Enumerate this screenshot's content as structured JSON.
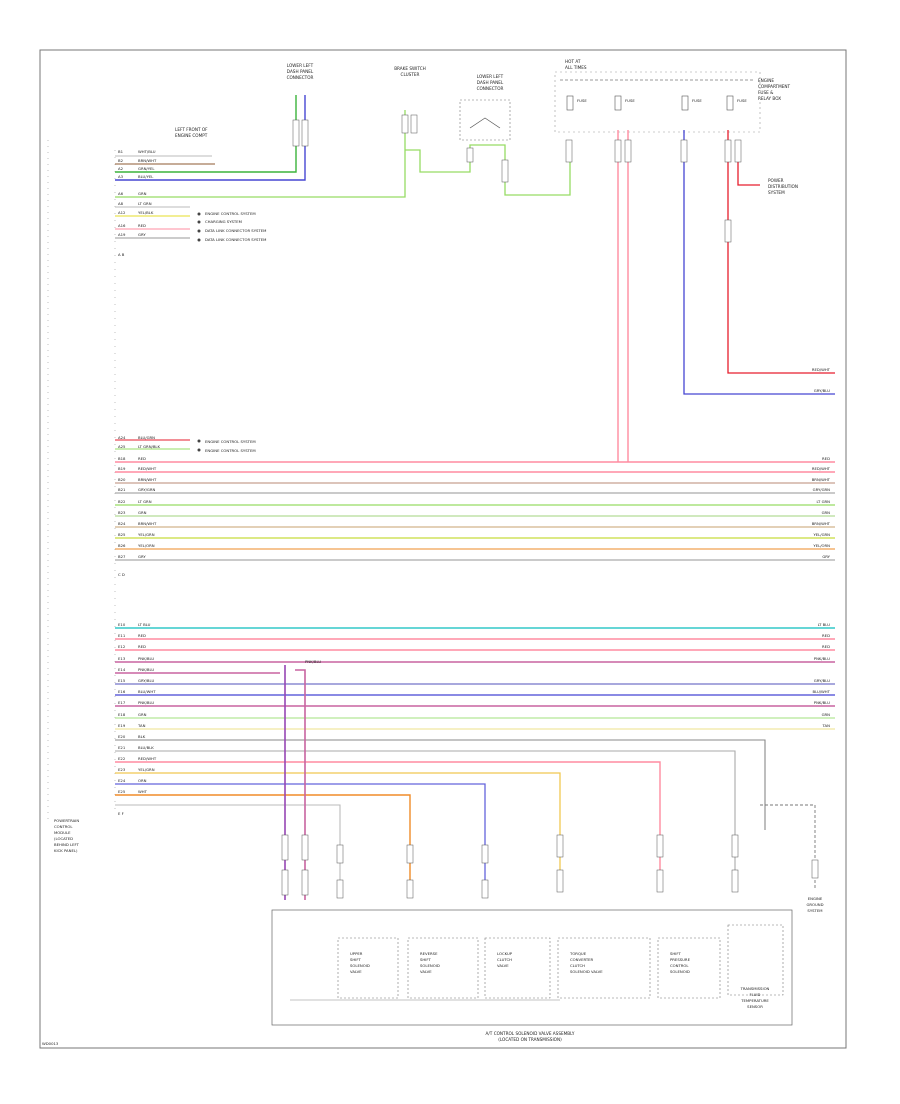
{
  "diagram": {
    "top_components": {
      "lower_left_front_connector": [
        "LOWER LEFT",
        "DASH PANEL",
        "CONNECTOR"
      ],
      "brake_switch": [
        "BRAKE SWITCH",
        "CLUSTER"
      ],
      "lower_left_dash_connector": [
        "LOWER LEFT",
        "DASH PANEL",
        "CONNECTOR"
      ],
      "hot_at_all_times": [
        "HOT AT",
        "ALL TIMES"
      ],
      "fuse_box": [
        "ENGINE",
        "COMPARTMENT",
        "FUSE &",
        "RELAY BOX"
      ],
      "fuses": [
        "FUSE",
        "FUSE",
        "FUSE",
        "FUSE"
      ],
      "left_front_label": [
        "LEFT FRONT OF",
        "ENGINE COMPT"
      ],
      "power_distribution": [
        "POWER",
        "DISTRIBUTION",
        "SYSTEM"
      ]
    },
    "top_group_wires": [
      {
        "pin": "B1",
        "color": "WHT/BLU"
      },
      {
        "pin": "B2",
        "color": "BRN/WHT"
      },
      {
        "pin": "A2",
        "color": "GRN/YEL"
      },
      {
        "pin": "A3",
        "color": "BLU/YEL"
      },
      {
        "pin": "A6",
        "color": "GRN"
      },
      {
        "pin": "A8",
        "color": "LT GRN"
      },
      {
        "pin": "A12",
        "color": "YEL/BLK"
      },
      {
        "pin": "A16",
        "color": "RED"
      },
      {
        "pin": "A19",
        "color": "GRY"
      }
    ],
    "top_group_notes": [
      "ENGINE CONTROL SYSTEM",
      "CHARGING SYSTEM",
      "DATA LINK CONNECTOR SYSTEM",
      "DATA LINK CONNECTOR SYSTEM"
    ],
    "top_group_tag": "A B",
    "middle_group_notes": [
      "ENGINE CONTROL SYSTEM",
      "ENGINE CONTROL SYSTEM"
    ],
    "middle_group_wires": [
      {
        "pin": "A24",
        "color": "BLU/GRN"
      },
      {
        "pin": "A25",
        "color": "LT GRN/BLK"
      },
      {
        "pin": "B18",
        "color": "RED"
      },
      {
        "pin": "B19",
        "color": "RED/WHT"
      },
      {
        "pin": "B20",
        "color": "BRN/WHT"
      },
      {
        "pin": "B21",
        "color": "GRY/GRN"
      },
      {
        "pin": "B22",
        "color": "LT GRN"
      },
      {
        "pin": "B23",
        "color": "GRN"
      },
      {
        "pin": "B24",
        "color": "BRN/WHT"
      },
      {
        "pin": "B25",
        "color": "YEL/GRN"
      },
      {
        "pin": "B26",
        "color": "YEL/ORN"
      },
      {
        "pin": "B27",
        "color": "GRY"
      }
    ],
    "middle_group_tag": "C D",
    "right_side_labels": [
      "RED/WHT",
      "GRY/BLU"
    ],
    "lower_group_wires": [
      {
        "pin": "E10",
        "color": "LT BLU"
      },
      {
        "pin": "E11",
        "color": "RED"
      },
      {
        "pin": "E12",
        "color": "RED"
      },
      {
        "pin": "E13",
        "color": "PNK/BLU"
      },
      {
        "pin": "E14",
        "color": "PNK/BLU"
      },
      {
        "pin": "E15",
        "color": "GRY/BLU"
      },
      {
        "pin": "E16",
        "color": "BLU/WHT"
      },
      {
        "pin": "E17",
        "color": "PNK/BLU"
      },
      {
        "pin": "E18",
        "color": "GRN"
      },
      {
        "pin": "E19",
        "color": "TAN"
      },
      {
        "pin": "E20",
        "color": "BLK"
      },
      {
        "pin": "E21",
        "color": "BLU/BLK"
      },
      {
        "pin": "E22",
        "color": "RED/WHT"
      },
      {
        "pin": "E23",
        "color": "YEL/GRN"
      },
      {
        "pin": "E24",
        "color": "ORN"
      },
      {
        "pin": "E25",
        "color": "WHT"
      }
    ],
    "lower_group_tag": "E F",
    "pcm_label": [
      "POWERTRAIN",
      "CONTROL",
      "MODULE",
      "(LOCATED",
      "BEHIND LEFT",
      "KICK PANEL)"
    ],
    "solenoids": [
      [
        "UPPER",
        "SHIFT",
        "SOLENOID",
        "VALVE"
      ],
      [
        "REVERSE",
        "SHIFT",
        "SOLENOID",
        "VALVE"
      ],
      [
        "LOCKUP",
        "CLUTCH",
        "VALVE"
      ],
      [
        "TORQUE",
        "CONVERTER",
        "CLUTCH",
        "SOLENOID VALVE"
      ],
      [
        "SHIFT",
        "PRESSURE",
        "CONTROL",
        "SOLENOID"
      ],
      [
        "TRANSMISSION",
        "FLUID",
        "TEMPERATURE",
        "SENSOR"
      ]
    ],
    "assembly_label": [
      "A/T CONTROL SOLENOID VALVE ASSEMBLY",
      "(LOCATED ON TRANSMISSION)"
    ],
    "ground_label": [
      "ENGINE",
      "GROUND",
      "SYSTEM"
    ],
    "footer_code": "WD0013",
    "colors": {
      "green": "#3cb43c",
      "blue": "#4646d2",
      "red": "#e61e2d",
      "pink": "#ff8ca0",
      "purple": "#9646b4",
      "yellow": "#e6dc28",
      "orange": "#f08c28",
      "grey": "#969696",
      "cyan": "#32c8c8",
      "brown": "#8c5a32",
      "lightgreen": "#96dc64",
      "tan": "#d2b48c"
    }
  }
}
